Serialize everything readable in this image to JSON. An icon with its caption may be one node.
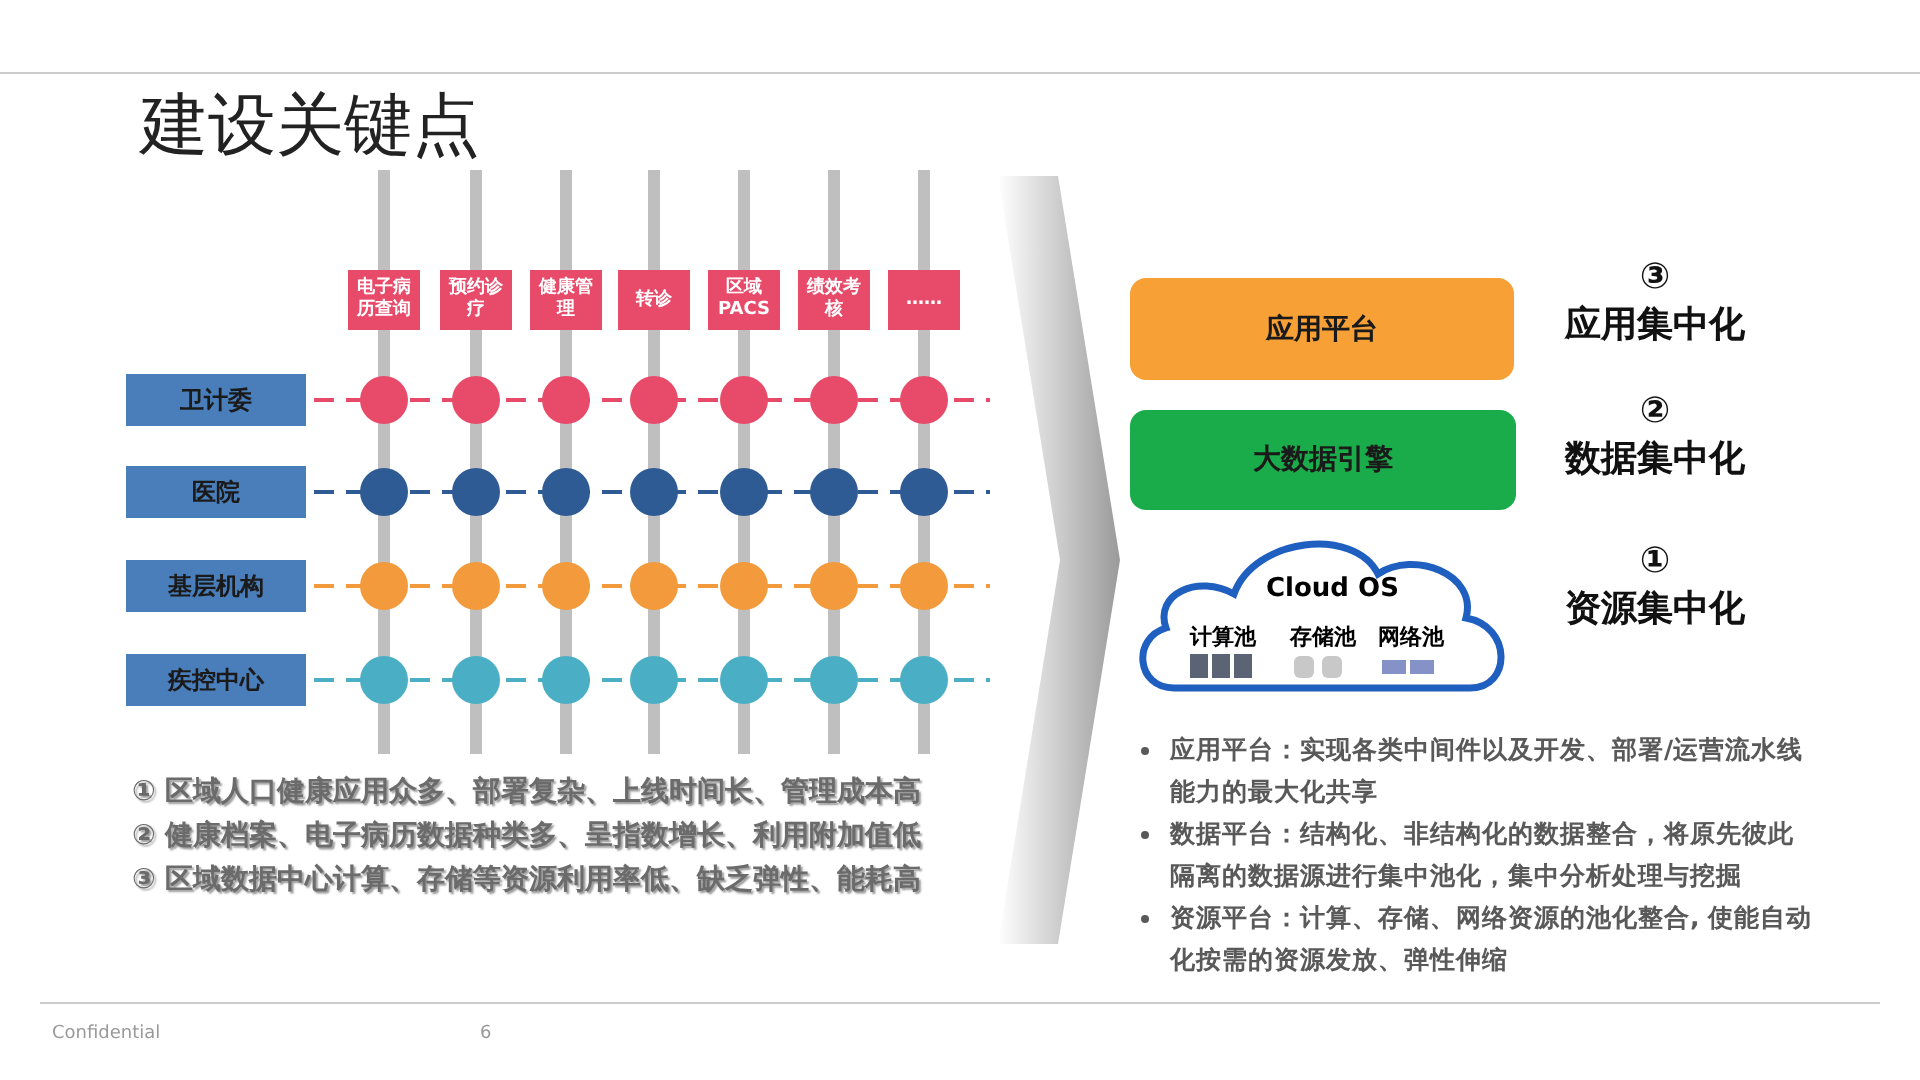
{
  "diagram": {
    "title": "建设关键点",
    "nodes": [
      {
        "text": [
          "电子病历查询"
        ]
      },
      {
        "text": [
          "预约诊疗"
        ]
      },
      {
        "text": [
          "健康管理"
        ]
      },
      {
        "text": [
          "转诊"
        ]
      },
      {
        "text": [
          "区域PACS"
        ]
      },
      {
        "text": [
          "绩效考核"
        ]
      },
      {
        "text": [
          "……"
        ]
      },
      {
        "text": [
          "卫计委"
        ]
      },
      {
        "text": [
          "医院"
        ]
      },
      {
        "text": [
          "基层机构"
        ]
      },
      {
        "text": [
          "疾控中心"
        ]
      },
      {
        "text": [
          "应用平台"
        ],
        "beside": [
          "③",
          "应用集中化"
        ]
      },
      {
        "text": [
          "大数据引擎"
        ],
        "beside": [
          "②",
          "数据集中化"
        ]
      },
      {
        "text": [
          "Cloud OS",
          "计算池",
          "存储池",
          "网络池"
        ],
        "beside": [
          "①",
          "资源集中化"
        ]
      }
    ],
    "labels": [
      "① 区域人口健康应用众多、部署复杂、上线时间长、管理成本高",
      "② 健康档案、电子病历数据种类多、呈指数增长、利用附加值低",
      "③ 区域数据中心计算、存储等资源利用率低、缺乏弹性、能耗高",
      "应用平台：实现各类中间件以及开发、部署/运营流水线能力的最大化共享",
      "数据平台：结构化、非结构化的数据整合，将原先彼此隔离的数据源进行集中池化，集中分析处理与挖掘",
      "资源平台：计算、存储、网络资源的池化整合, 使能自动化按需的资源发放、弹性伸缩",
      "Confidential",
      "6"
    ]
  }
}
